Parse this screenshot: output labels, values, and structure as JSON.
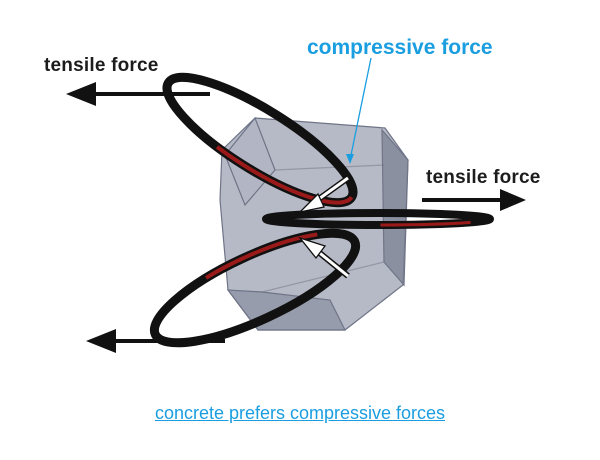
{
  "labels": {
    "tensile_left": "tensile force",
    "tensile_right": "tensile force",
    "compressive": "compressive force",
    "caption": "concrete prefers compressive forces"
  },
  "colors": {
    "accent": "#1a9ee0",
    "label_dark": "#1c1c1c",
    "arrow_dark": "#111111",
    "ring_red": "#9a1a1a",
    "ring_black": "#111111",
    "concrete_fill": "#8f95a6"
  },
  "icons": {
    "tension_arrows": "left-arrow-icon",
    "tension_arrow_right": "right-arrow-icon",
    "compression_arrows": "inward-white-arrow-icon"
  }
}
